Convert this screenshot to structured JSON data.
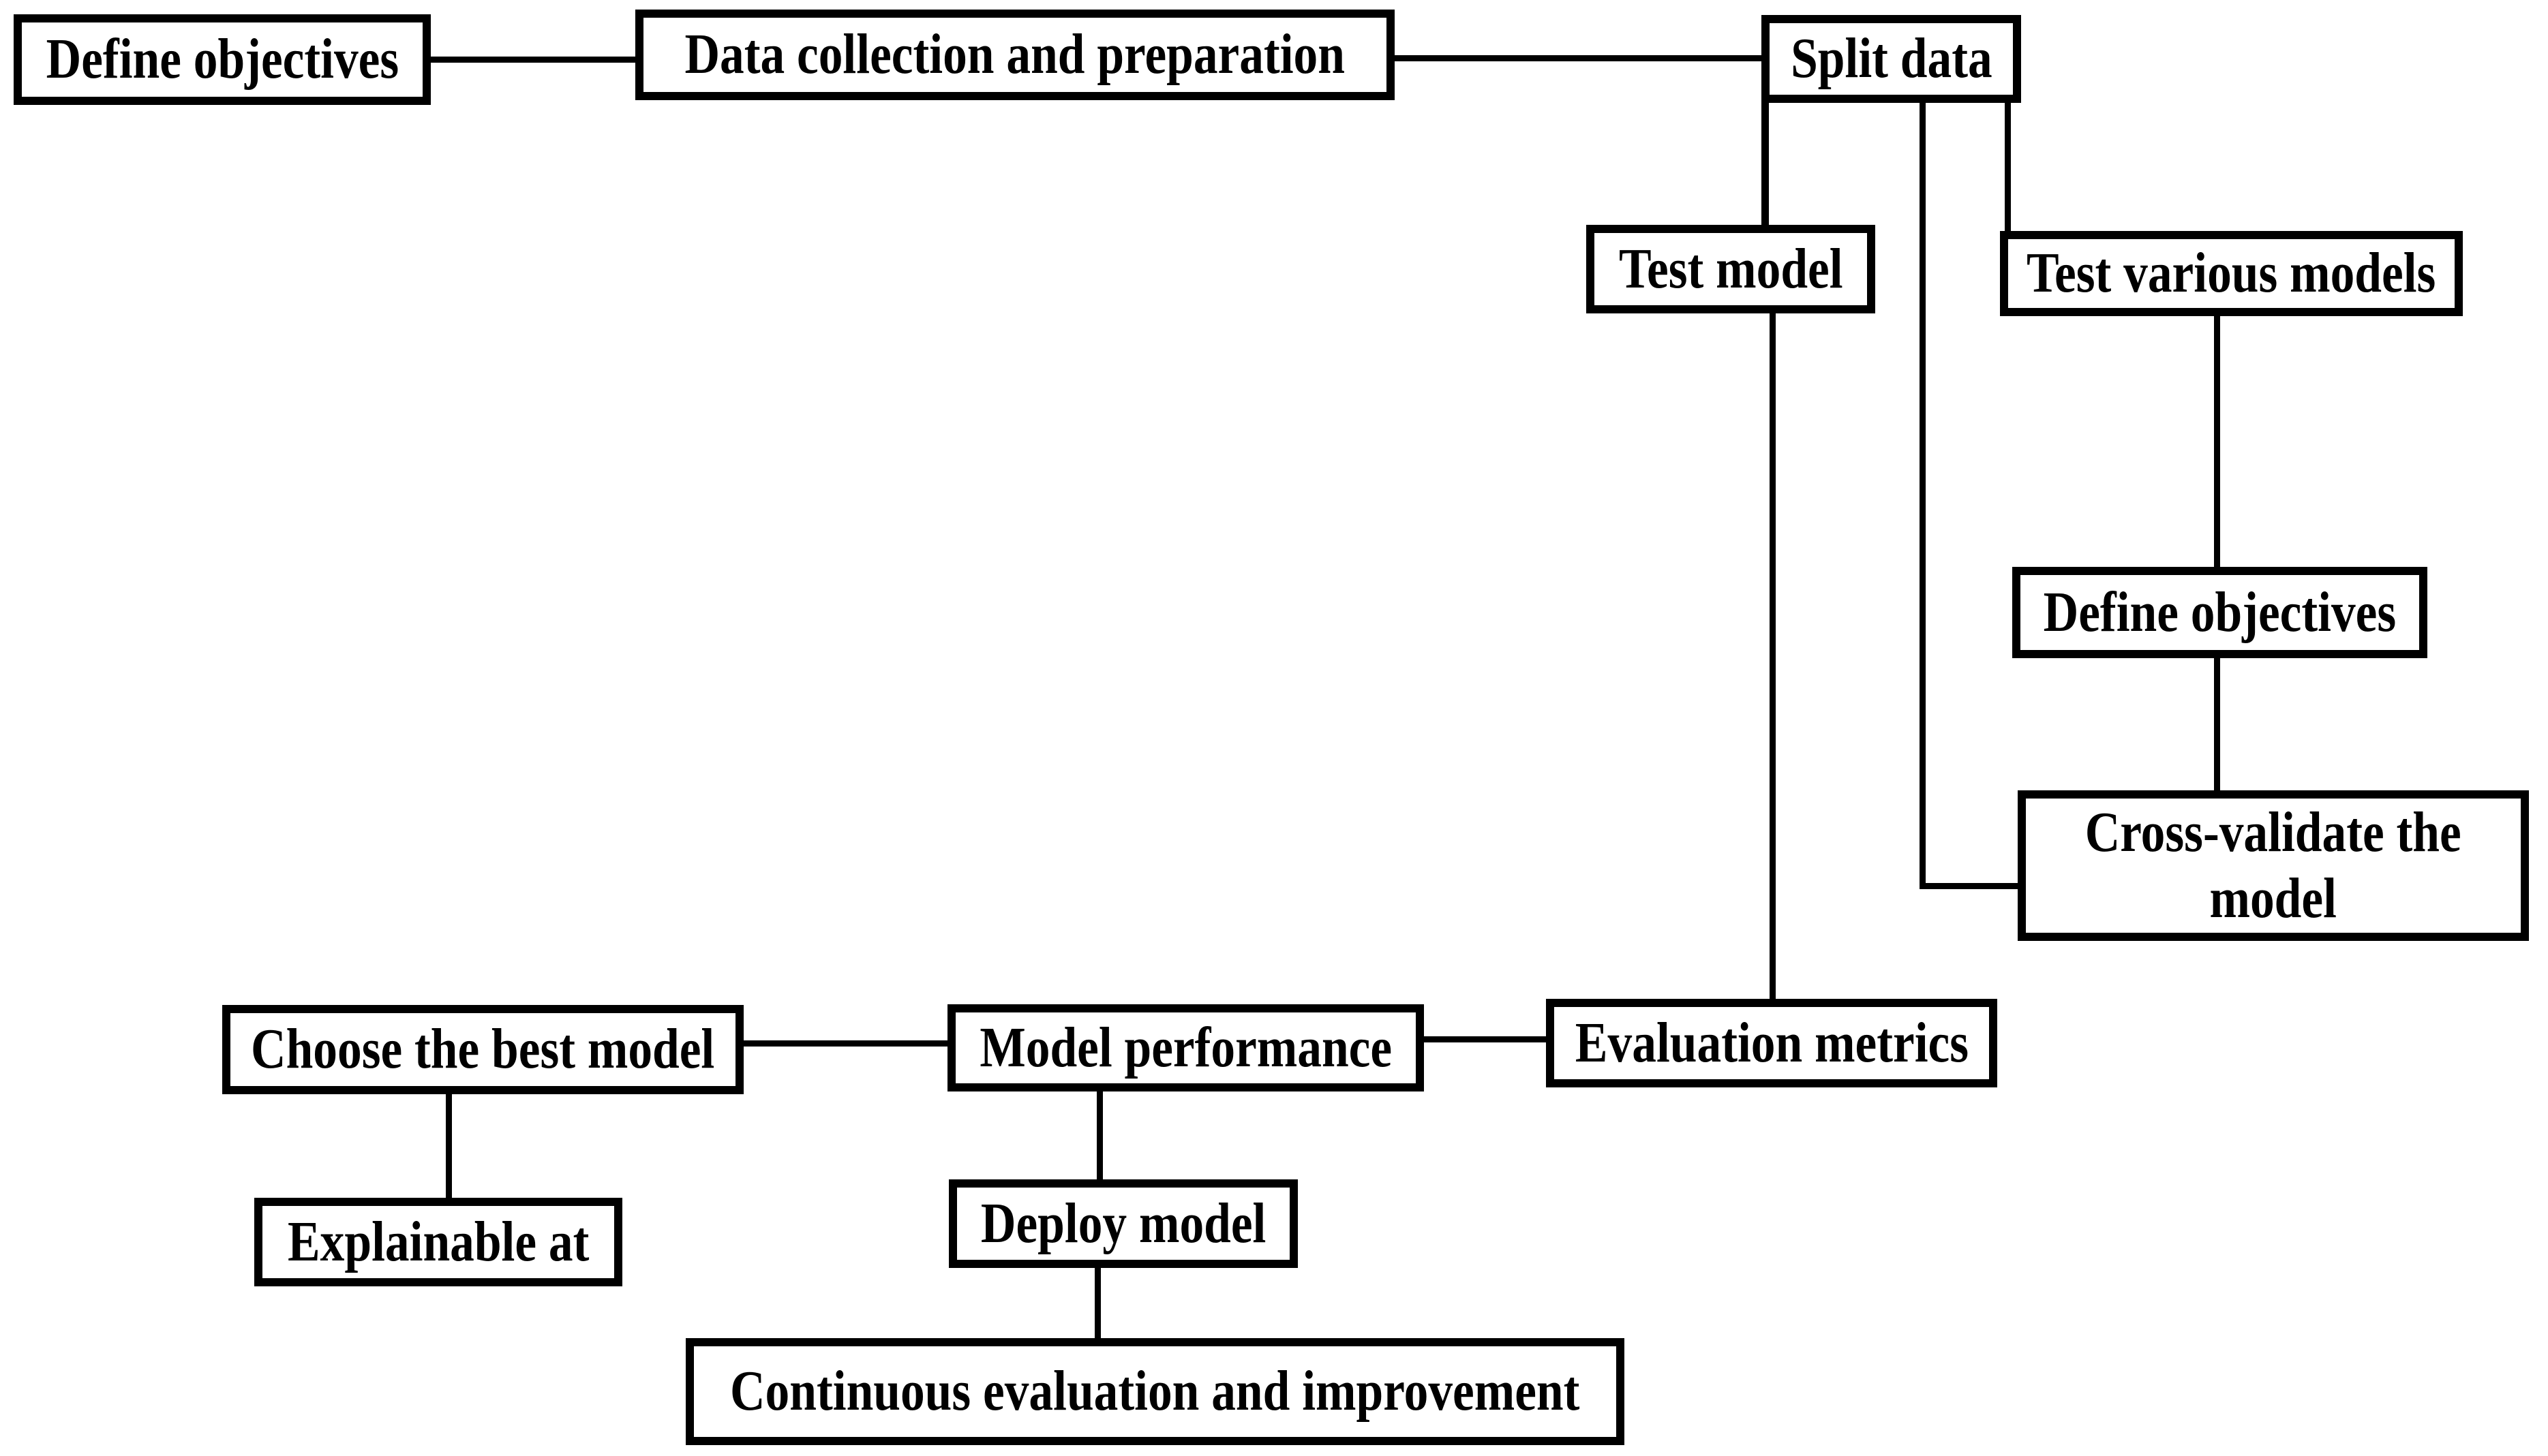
{
  "diagram": {
    "type": "flowchart",
    "colors": {
      "background": "#ffffff",
      "box_border": "#000000",
      "line": "#000000",
      "text": "#000000"
    },
    "nodes": {
      "define_objectives_1": "Define objectives",
      "data_collection": "Data collection and preparation",
      "split_data": "Split data",
      "test_model": "Test model",
      "test_various_models": "Test various models",
      "define_objectives_2": "Define objectives",
      "cross_validate": "Cross-validate the\nmodel",
      "evaluation_metrics": "Evaluation metrics",
      "model_performance": "Model performance",
      "choose_best_model": "Choose the best model",
      "explainable_at": "Explainable at",
      "deploy_model": "Deploy model",
      "continuous_evaluation": "Continuous evaluation and improvement"
    },
    "edges": [
      {
        "from": "define_objectives_1",
        "to": "data_collection"
      },
      {
        "from": "data_collection",
        "to": "split_data"
      },
      {
        "from": "split_data",
        "to": "test_model"
      },
      {
        "from": "split_data",
        "to": "cross_validate"
      },
      {
        "from": "split_data",
        "to": "test_various_models"
      },
      {
        "from": "test_model",
        "to": "evaluation_metrics"
      },
      {
        "from": "test_various_models",
        "to": "define_objectives_2"
      },
      {
        "from": "define_objectives_2",
        "to": "cross_validate"
      },
      {
        "from": "evaluation_metrics",
        "to": "model_performance"
      },
      {
        "from": "model_performance",
        "to": "choose_best_model"
      },
      {
        "from": "choose_best_model",
        "to": "explainable_at"
      },
      {
        "from": "model_performance",
        "to": "deploy_model"
      },
      {
        "from": "deploy_model",
        "to": "continuous_evaluation"
      }
    ]
  }
}
